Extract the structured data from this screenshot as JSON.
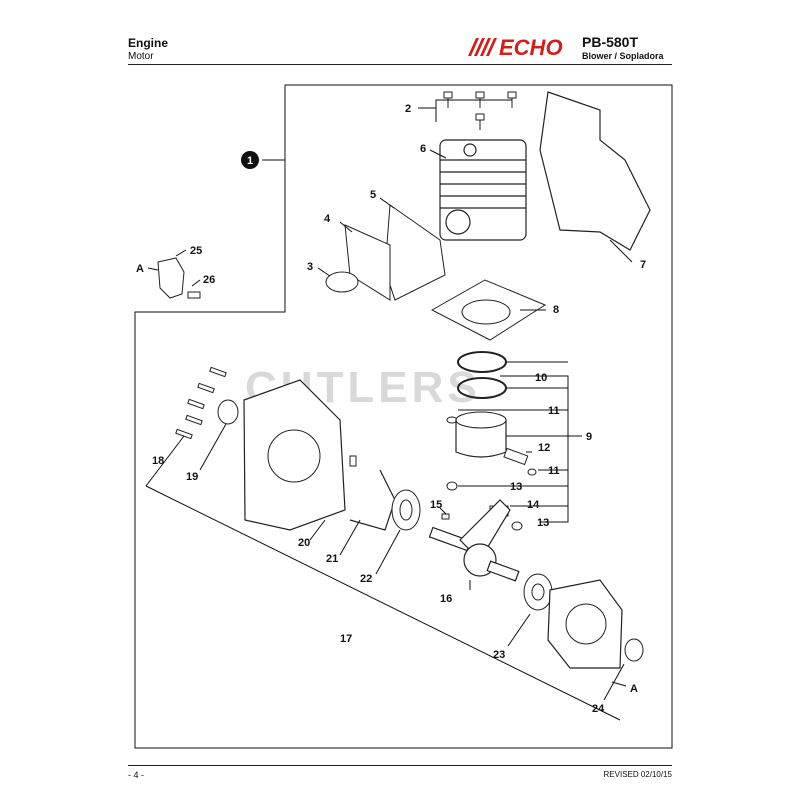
{
  "header": {
    "section_title": "Engine",
    "section_subtitle": "Motor",
    "brand": "ECHO",
    "model": "PB-580T",
    "model_subtitle": "Blower / Sopladora"
  },
  "watermark": "CUTLERS",
  "callouts": {
    "assembly": "1",
    "c2": "2",
    "c3": "3",
    "c4": "4",
    "c5": "5",
    "c6": "6",
    "c7": "7",
    "c8": "8",
    "c9": "9",
    "c10": "10",
    "c11a": "11",
    "c11b": "11",
    "c12": "12",
    "c13a": "13",
    "c13b": "13",
    "c14": "14",
    "c15": "15",
    "c16": "16",
    "c17": "17",
    "c18": "18",
    "c19": "19",
    "c20": "20",
    "c21": "21",
    "c22": "22",
    "c23": "23",
    "c24": "24",
    "c25": "25",
    "c26": "26",
    "refA1": "A",
    "refA2": "A"
  },
  "footer": {
    "page": "- 4 -",
    "revised": "REVISED 02/10/15"
  },
  "colors": {
    "brand_red": "#d0201c",
    "ink": "#111111",
    "watermark": "#d9d9d9"
  }
}
